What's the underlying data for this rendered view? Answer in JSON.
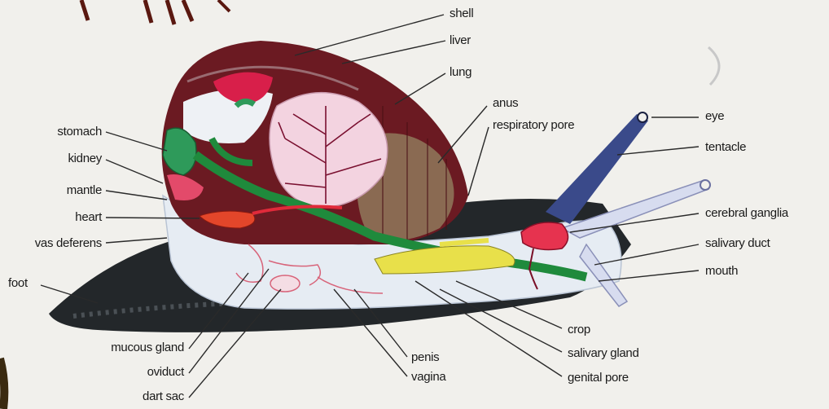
{
  "labels": {
    "shell": "shell",
    "liver": "liver",
    "lung": "lung",
    "anus": "anus",
    "respiratory_pore": "respiratory pore",
    "eye": "eye",
    "tentacle": "tentacle",
    "cerebral_ganglia": "cerebral ganglia",
    "salivary_duct": "salivary duct",
    "mouth": "mouth",
    "crop": "crop",
    "salivary_gland": "salivary gland",
    "genital_pore": "genital pore",
    "penis": "penis",
    "vagina": "vagina",
    "stomach": "stomach",
    "kidney": "kidney",
    "mantle": "mantle",
    "heart": "heart",
    "vas_deferens": "vas deferens",
    "foot": "foot",
    "mucous_gland": "mucous gland",
    "oviduct": "oviduct",
    "dart_sac": "dart sac"
  },
  "colors": {
    "background": "#f1f0ec",
    "foot": "#23272a",
    "body": "#e6ecf3",
    "shell": "#6b1a22",
    "shell_inner": "#8a6a52",
    "liver": "#d81f4a",
    "stomach": "#2e9a5a",
    "gut": "#1f8a3c",
    "salivary_gland": "#e8e04a",
    "lung": "#f3d3e0",
    "lung_vessels": "#7a1030",
    "heart": "#e3462a",
    "cerebral_ganglia": "#e6334f",
    "tentacle": "#3a4a8a",
    "leader_line": "#2a2a2a"
  }
}
